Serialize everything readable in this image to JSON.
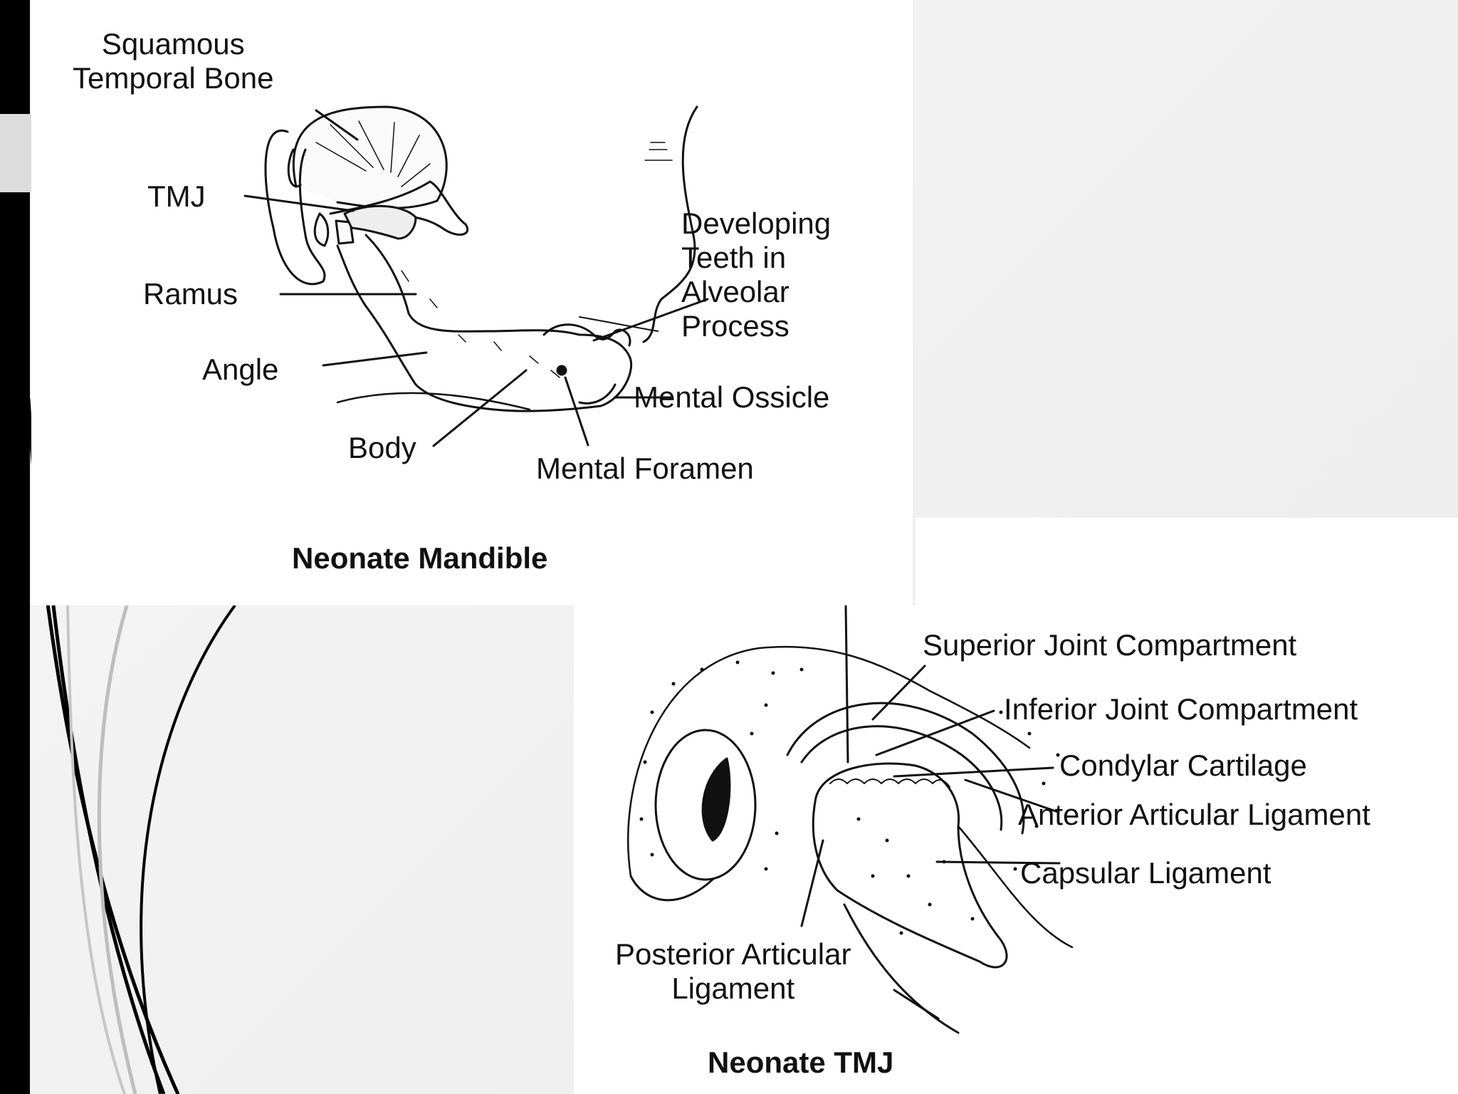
{
  "mandible_figure": {
    "caption": "Neonate Mandible",
    "labels": {
      "squamous_temporal_bone": "Squamous\nTemporal Bone",
      "tmj": "TMJ",
      "ramus": "Ramus",
      "angle": "Angle",
      "body": "Body",
      "developing_teeth": "Developing\nTeeth in\nAlveolar\nProcess",
      "mental_ossicle": "Mental Ossicle",
      "mental_foramen": "Mental Foramen"
    }
  },
  "tmj_figure": {
    "caption": "Neonate TMJ",
    "labels": {
      "superior_joint_compartment": "Superior Joint Compartment",
      "inferior_joint_compartment": "Inferior Joint Compartment",
      "condylar_cartilage": "Condylar Cartilage",
      "anterior_articular_ligament": "Anterior Articular  Ligament",
      "capsular_ligament": "Capsular Ligament",
      "posterior_articular_ligament": "Posterior Articular\nLigament"
    }
  }
}
